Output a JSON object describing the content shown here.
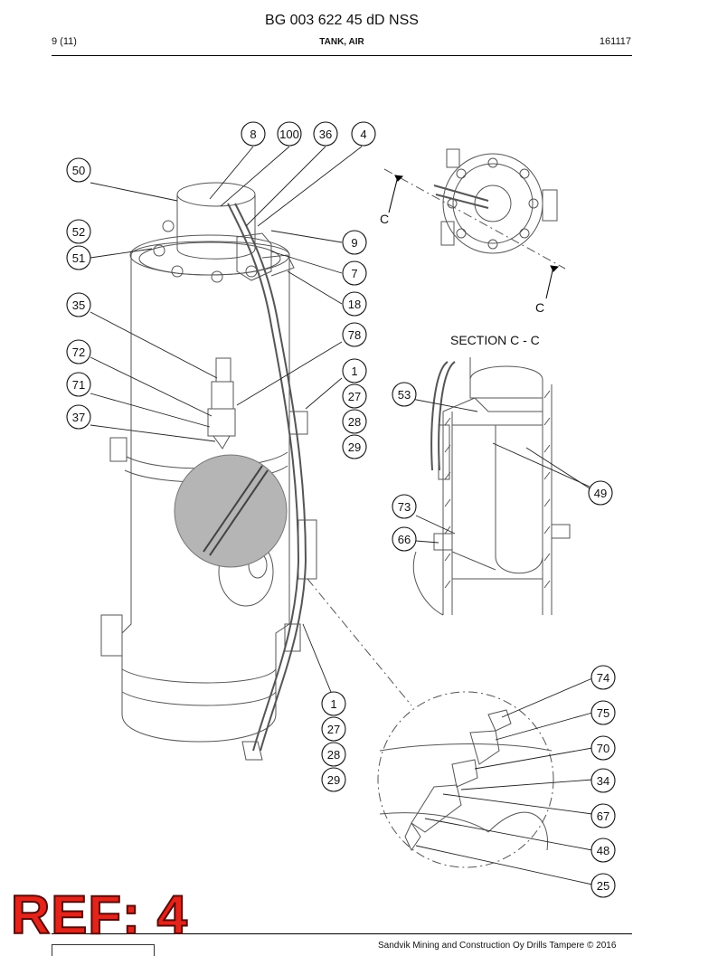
{
  "header": {
    "title": "BG 003 622 45 dD NSS",
    "page": "9 (11)",
    "section": "TANK, AIR",
    "date": "161117"
  },
  "drawing": {
    "section_label": "SECTION C - C",
    "cut_letter_top": "C",
    "cut_letter_bottom": "C",
    "callouts": {
      "b8": "8",
      "b100": "100",
      "b36": "36",
      "b4": "4",
      "b50": "50",
      "b52": "52",
      "b51": "51",
      "b9": "9",
      "b7": "7",
      "b18": "18",
      "b35": "35",
      "b78": "78",
      "b72": "72",
      "b1a": "1",
      "b71": "71",
      "b27a": "27",
      "b37": "37",
      "b28a": "28",
      "b29a": "29",
      "b53": "53",
      "b49": "49",
      "b73": "73",
      "b66": "66",
      "b1b": "1",
      "b27b": "27",
      "b28b": "28",
      "b29b": "29",
      "b74": "74",
      "b75": "75",
      "b70": "70",
      "b34": "34",
      "b67": "67",
      "b48": "48",
      "b25": "25"
    }
  },
  "footer": {
    "text": "Sandvik Mining and Construction Oy Drills Tampere © 2016"
  },
  "stamp": {
    "text": "REF: 4",
    "color": "#e3241b"
  }
}
